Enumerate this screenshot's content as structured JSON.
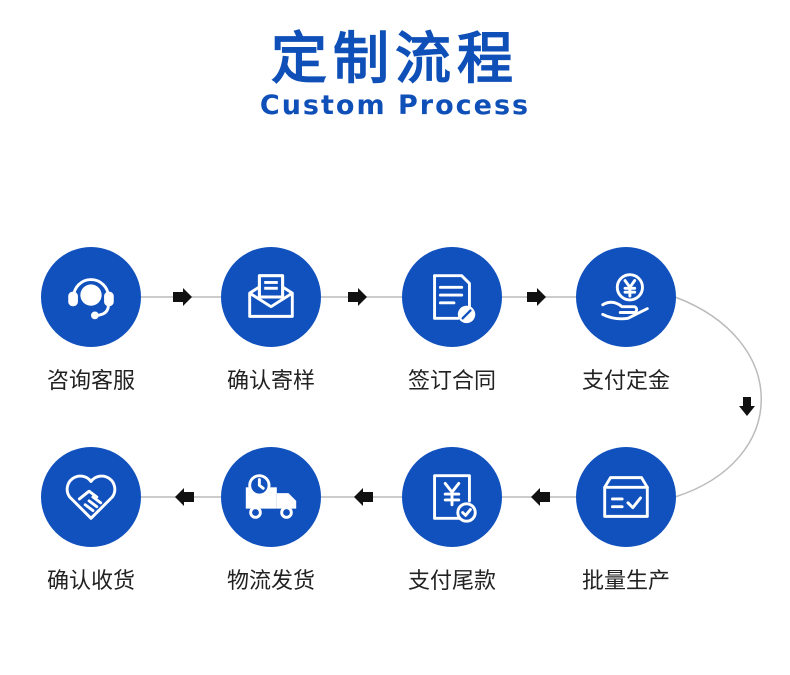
{
  "header": {
    "title": "定制流程",
    "subtitle": "Custom Process"
  },
  "steps": [
    {
      "label": "咨询客服",
      "icon": "headset-agent-icon"
    },
    {
      "label": "确认寄样",
      "icon": "envelope-icon"
    },
    {
      "label": "签订合同",
      "icon": "contract-sign-icon"
    },
    {
      "label": "支付定金",
      "icon": "hand-yen-coin-icon"
    },
    {
      "label": "批量生产",
      "icon": "box-check-icon"
    },
    {
      "label": "支付尾款",
      "icon": "yen-receipt-check-icon"
    },
    {
      "label": "物流发货",
      "icon": "delivery-truck-icon"
    },
    {
      "label": "确认收货",
      "icon": "handshake-heart-icon"
    }
  ],
  "colors": {
    "accent": "#1151bd",
    "title": "#0f4fb8",
    "connector": "#bbbbbb",
    "arrow": "#111111"
  }
}
